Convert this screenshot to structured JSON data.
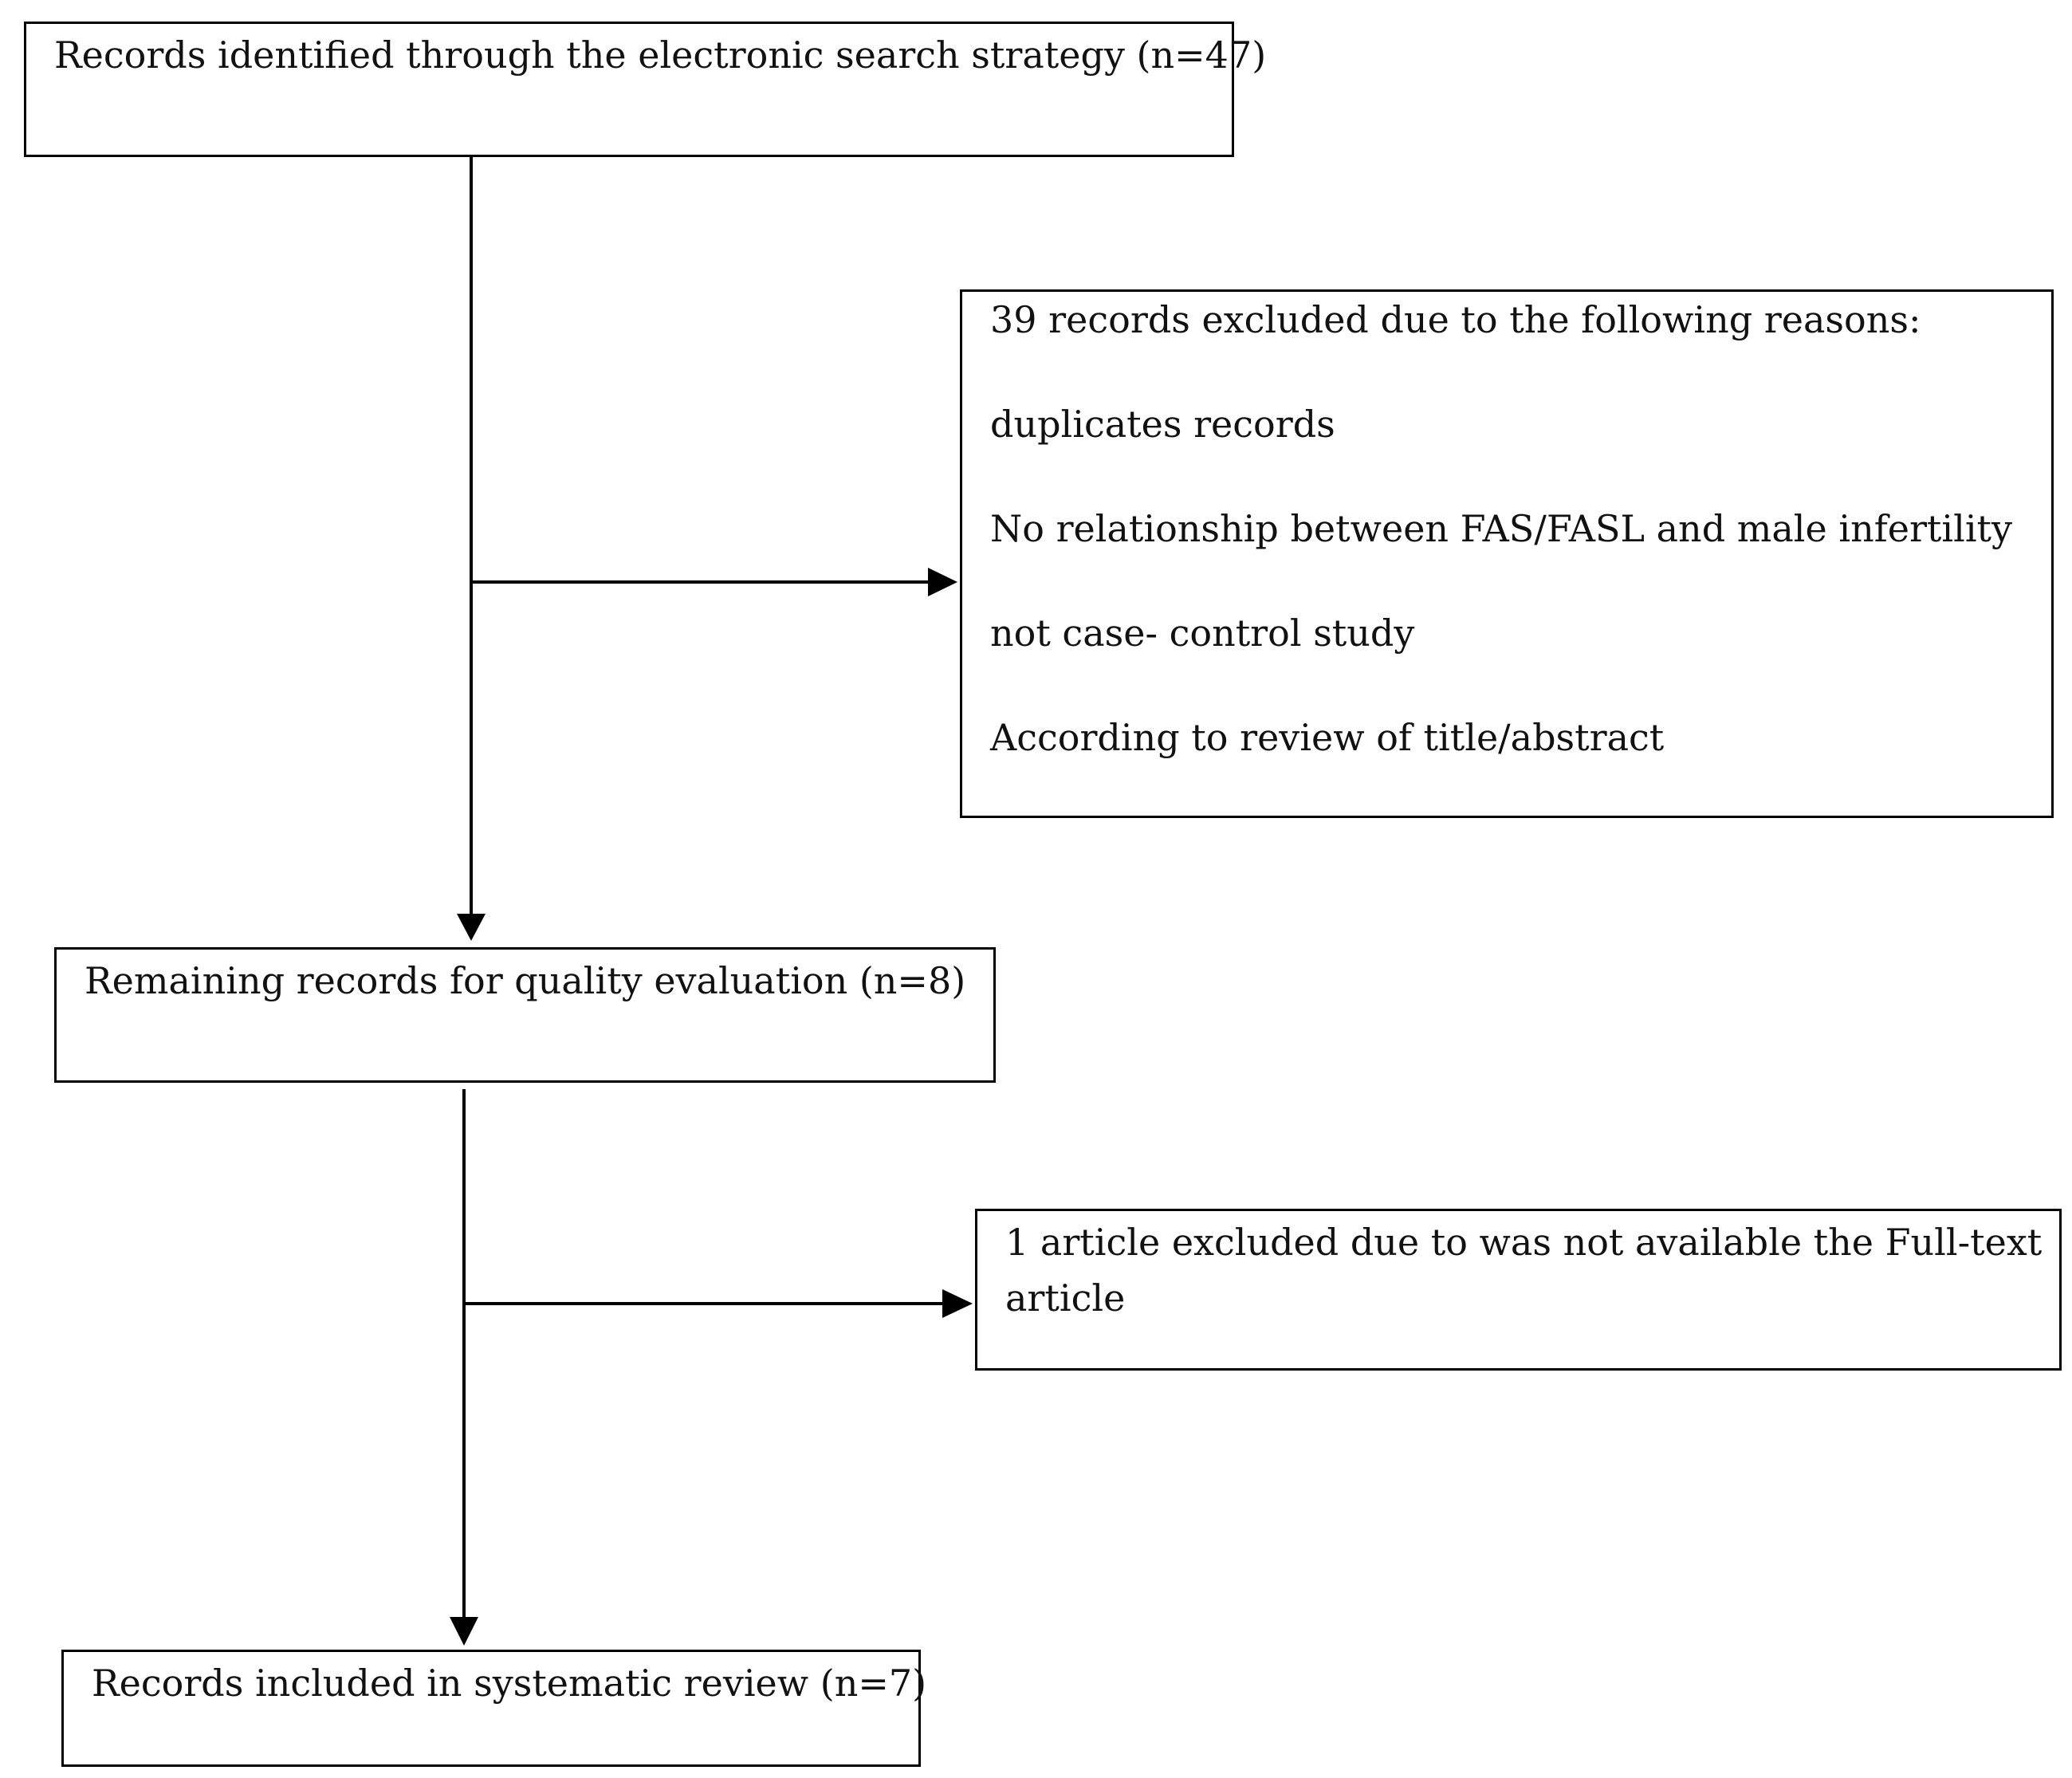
{
  "flow": {
    "search": {
      "text": "Records identified through the electronic search strategy (n=47)"
    },
    "excluded_39": {
      "heading": "39 records excluded due to the following reasons:",
      "reasons": [
        "duplicates records",
        "No relationship between FAS/FASL and male infertility",
        "not case- control study",
        "According to review of title/abstract"
      ]
    },
    "remaining": {
      "text": "Remaining records for quality evaluation (n=8)"
    },
    "excluded_1": {
      "text": "1 article excluded due to was not available the Full-text article"
    },
    "included": {
      "text": "Records included in systematic review (n=7)"
    }
  },
  "colors": {
    "line": "#000000",
    "background": "#ffffff"
  }
}
